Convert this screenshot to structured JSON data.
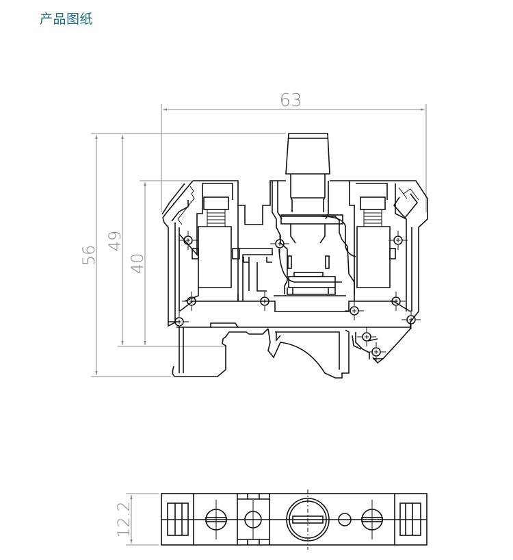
{
  "header": {
    "title": "产品图纸"
  },
  "front_view": {
    "dimensions": {
      "width": "63",
      "overall_height": "56",
      "height_to_rail": "49",
      "body_height": "40"
    },
    "components": [
      "fuse-cap",
      "left-clamp-screw",
      "right-clamp-screw",
      "fuse-holder",
      "din-rail-foot"
    ]
  },
  "top_view": {
    "dimensions": {
      "thickness": "12.2"
    },
    "components": [
      "left-entry",
      "left-screw",
      "middle-screw",
      "fuse-cap",
      "indicator-hole",
      "right-screw",
      "right-entry"
    ]
  },
  "colors": {
    "title": "#1d6f85",
    "dimension": "#8a8a8a",
    "outline": "#111111"
  }
}
